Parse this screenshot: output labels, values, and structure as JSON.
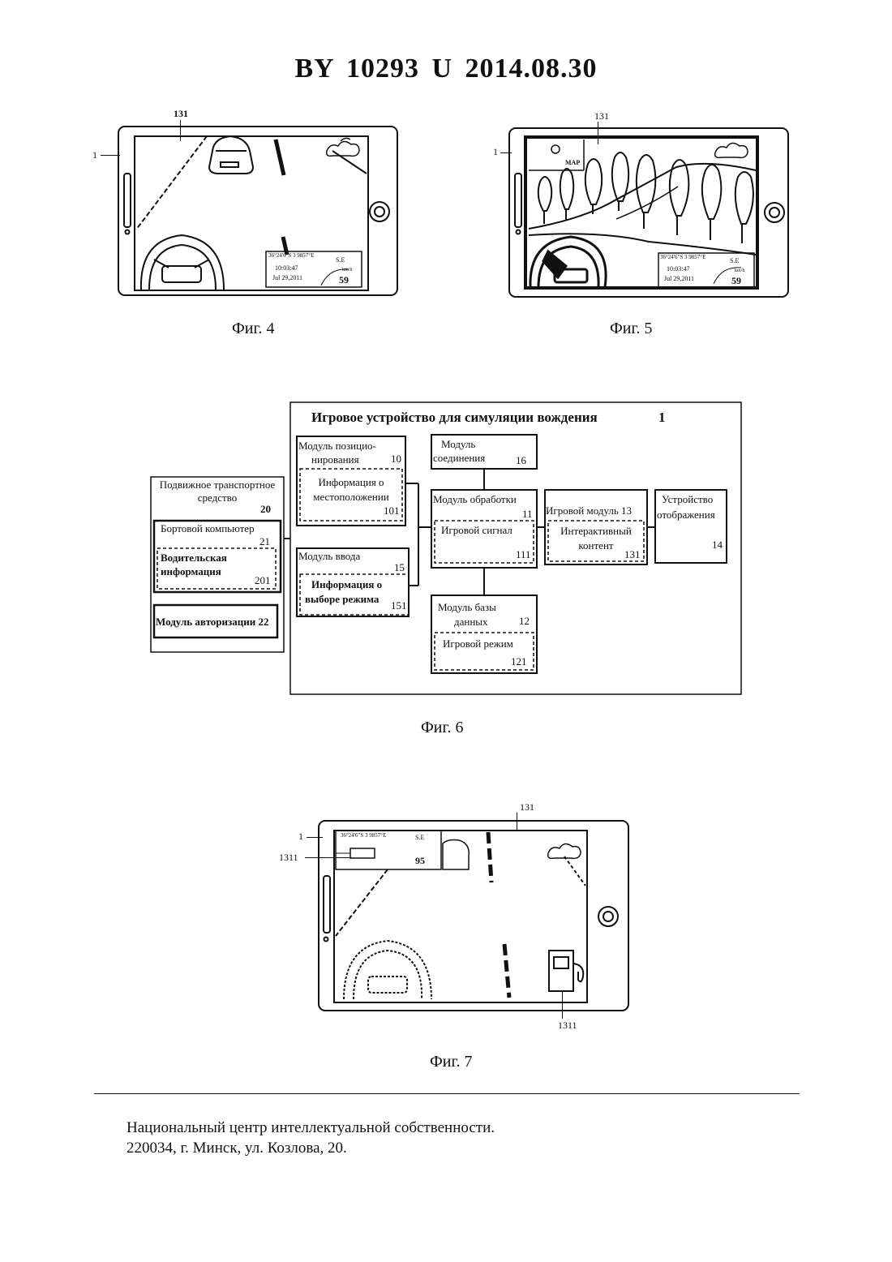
{
  "header": {
    "title": "BY  10293  U  2014.08.30"
  },
  "fig4": {
    "caption": "Фиг. 4",
    "label_device": "1",
    "label_screen": "131",
    "info_line1": "36°24'6\"S 3 9857°E",
    "info_time": "10:03:47",
    "info_date": "Jul 29,2011",
    "info_dir": "S.E",
    "info_unit": "km/h",
    "info_speed": "59"
  },
  "fig5": {
    "caption": "Фиг. 5",
    "label_device": "1",
    "label_screen": "131",
    "map_label": "MAP",
    "info_line1": "36°24'6\"S 3 9857°E",
    "info_time": "10:03:47",
    "info_date": "Jul 29,2011",
    "info_dir": "S.E",
    "info_unit": "km/h",
    "info_speed": "59"
  },
  "fig6": {
    "caption": "Фиг. 6",
    "device_title": "Игровое устройство для симуляции вождения",
    "device_num": "1",
    "vehicle": {
      "l1": "Подвижное транспортное",
      "l2": "средство",
      "num": "20"
    },
    "computer": {
      "label": "Бортовой компьютер",
      "num": "21"
    },
    "driver_info": {
      "l1": "Водительская",
      "l2": "информация",
      "num": "201"
    },
    "auth": {
      "label": "Модуль авторизации",
      "num": "22"
    },
    "positioning": {
      "l1": "Модуль позицио-",
      "l2": "нирования",
      "num": "10"
    },
    "location": {
      "l1": "Информация о",
      "l2": "местоположении",
      "num": "101"
    },
    "input": {
      "label": "Модуль ввода",
      "num": "15"
    },
    "mode_select": {
      "l1": "Информация о",
      "l2": "выборе режима",
      "num": "151"
    },
    "connection": {
      "l1": "Модуль",
      "l2": "соединения",
      "num": "16"
    },
    "processing": {
      "label": "Модуль обработки",
      "num": "11"
    },
    "game_signal": {
      "label": "Игровой сигнал",
      "num": "111"
    },
    "database": {
      "l1": "Модуль базы",
      "l2": "данных",
      "num": "12"
    },
    "game_mode": {
      "label": "Игровой режим",
      "num": "121"
    },
    "game_module": {
      "label": "Игровой модуль",
      "num": "13"
    },
    "interactive": {
      "l1": "Интерактивный",
      "l2": "контент",
      "num": "131"
    },
    "display": {
      "l1": "Устройство",
      "l2": "отображения",
      "num": "14"
    }
  },
  "fig7": {
    "caption": "Фиг. 7",
    "label_device": "1",
    "label_screen": "131",
    "label_icon_a": "1311",
    "label_icon_b": "1311",
    "info_line1": "36°24'6\"S 3 9857°E",
    "info_dir": "S.E",
    "info_speed": "95"
  },
  "footer": {
    "line1": "Национальный центр интеллектуальной собственности.",
    "line2": "220034, г. Минск, ул. Козлова, 20."
  }
}
